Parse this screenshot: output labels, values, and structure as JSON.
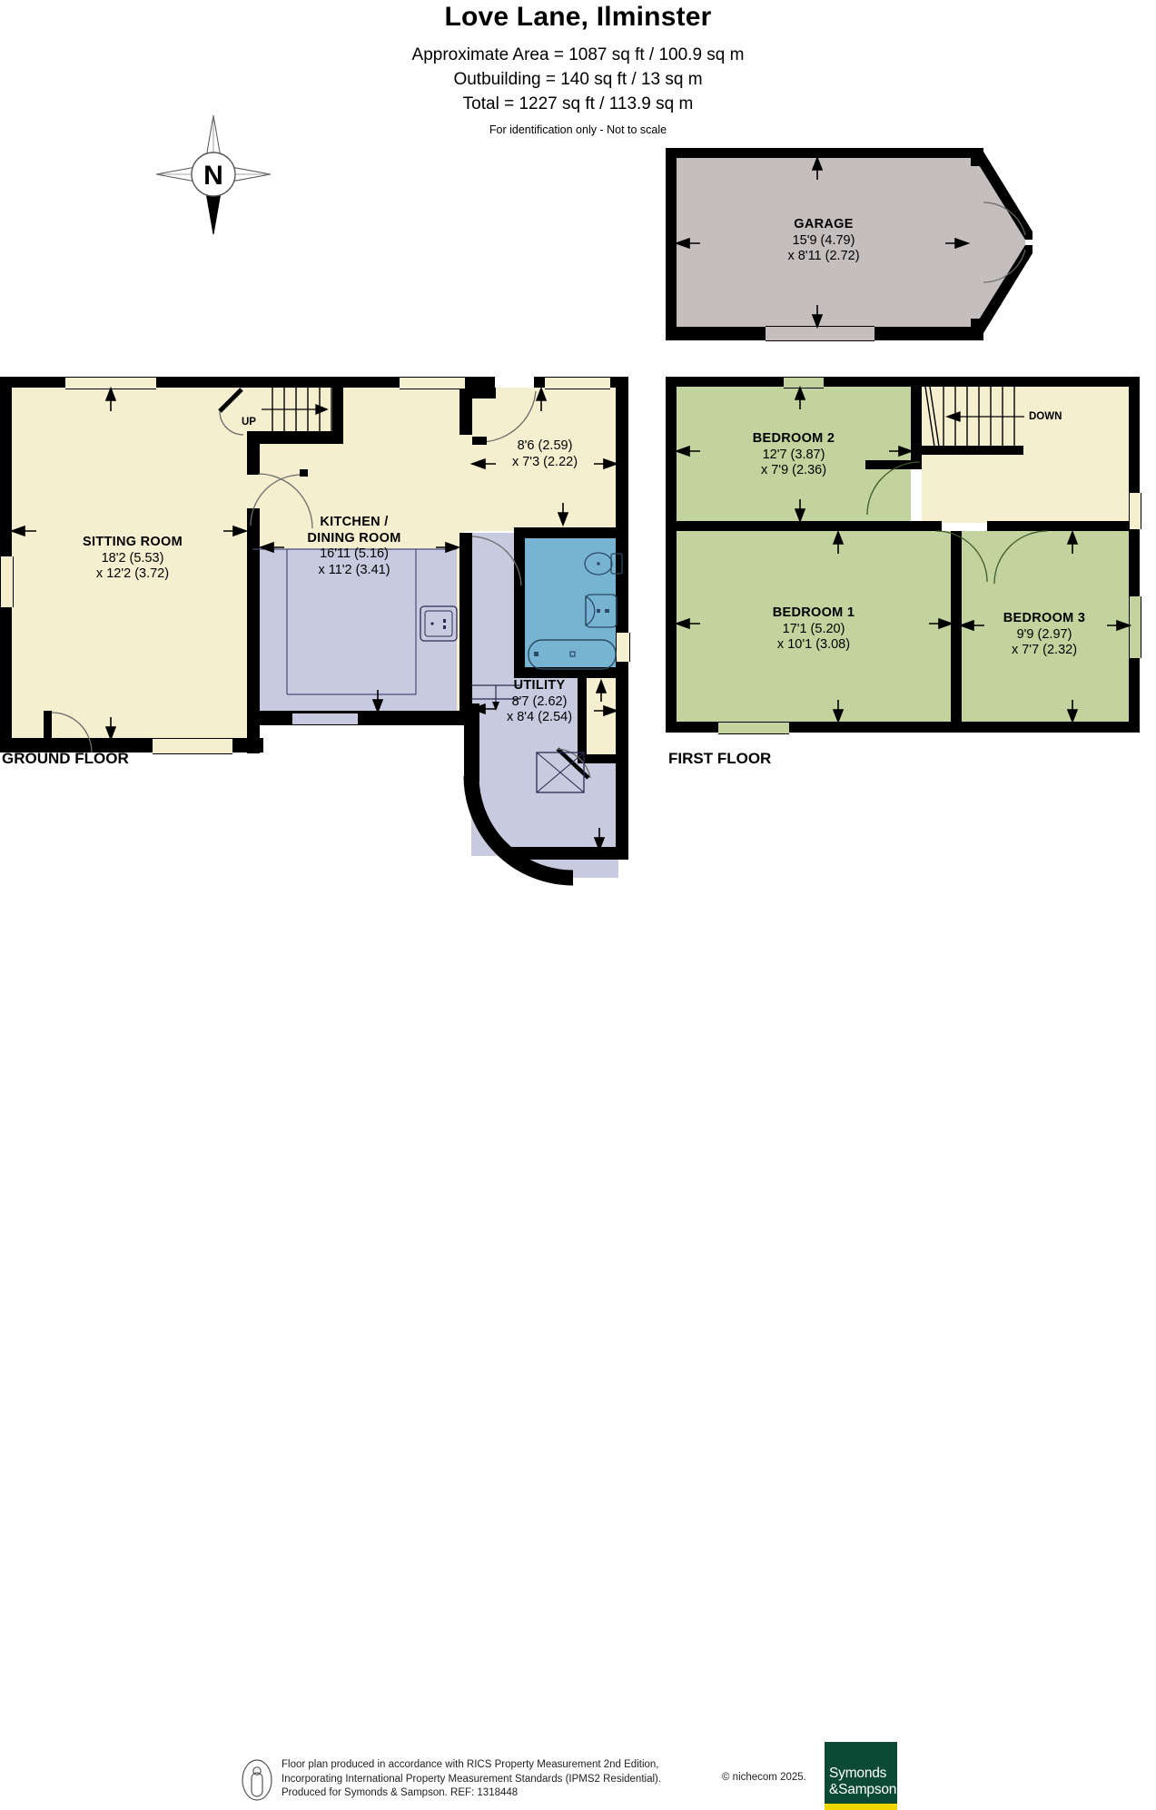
{
  "header": {
    "title": "Love Lane, Ilminster",
    "approx_area": "Approximate Area = 1087 sq ft / 100.9 sq m",
    "outbuilding": "Outbuilding = 140 sq ft / 13 sq m",
    "total": "Total = 1227 sq ft / 113.9 sq m",
    "disclaimer": "For identification only - Not to scale"
  },
  "compass": {
    "north_label": "N"
  },
  "floors": {
    "ground_label": "GROUND FLOOR",
    "first_label": "FIRST FLOOR"
  },
  "rooms": {
    "garage": {
      "name": "GARAGE",
      "dim1": "15'9 (4.79)",
      "dim2": "x 8'11 (2.72)",
      "fill": "#c4bebe"
    },
    "sitting": {
      "name": "SITTING ROOM",
      "dim1": "18'2 (5.53)",
      "dim2": "x 12'2 (3.72)",
      "fill": "#f5efd0"
    },
    "kitchen": {
      "name": "KITCHEN /",
      "name2": "DINING ROOM",
      "dim1": "16'11 (5.16)",
      "dim2": "x 11'2 (3.41)",
      "fill": "#f5efd0"
    },
    "hall": {
      "name": "",
      "dim1": "8'6 (2.59)",
      "dim2": "x 7'3 (2.22)",
      "fill": "#f5efd0"
    },
    "utility": {
      "name": "UTILITY",
      "dim1": "8'7 (2.62)",
      "dim2": "x 8'4 (2.54)",
      "fill": "#c8cbe0"
    },
    "bathroom": {
      "name": "",
      "fill": "#77b4d2"
    },
    "bedroom1": {
      "name": "BEDROOM 1",
      "dim1": "17'1 (5.20)",
      "dim2": "x 10'1 (3.08)",
      "fill": "#c2d39d"
    },
    "bedroom2": {
      "name": "BEDROOM 2",
      "dim1": "12'7 (3.87)",
      "dim2": "x 7'9 (2.36)",
      "fill": "#c2d39d"
    },
    "bedroom3": {
      "name": "BEDROOM 3",
      "dim1": "9'9 (2.97)",
      "dim2": "x 7'7 (2.32)",
      "fill": "#c2d39d"
    },
    "landing": {
      "name": "",
      "fill": "#f5efd0"
    }
  },
  "stairs": {
    "ground_label": "UP",
    "first_label": "DOWN"
  },
  "footer": {
    "line1": "Floor plan produced in accordance with RICS Property Measurement 2nd Edition,",
    "line2": "Incorporating International Property Measurement Standards (IPMS2 Residential).",
    "line3": "Produced for Symonds & Sampson.   REF: 1318448",
    "copyright": "© nichecom 2025.",
    "logo_line1": "Symonds",
    "logo_line2": "&Sampson"
  },
  "palette": {
    "wall": "#000000",
    "cream": "#f5efd0",
    "green": "#c2d39d",
    "lavender": "#c8cbe0",
    "blue": "#77b4d2",
    "grey": "#c4bebe",
    "logo_green": "#0d4a35",
    "logo_yellow": "#f0d500"
  }
}
